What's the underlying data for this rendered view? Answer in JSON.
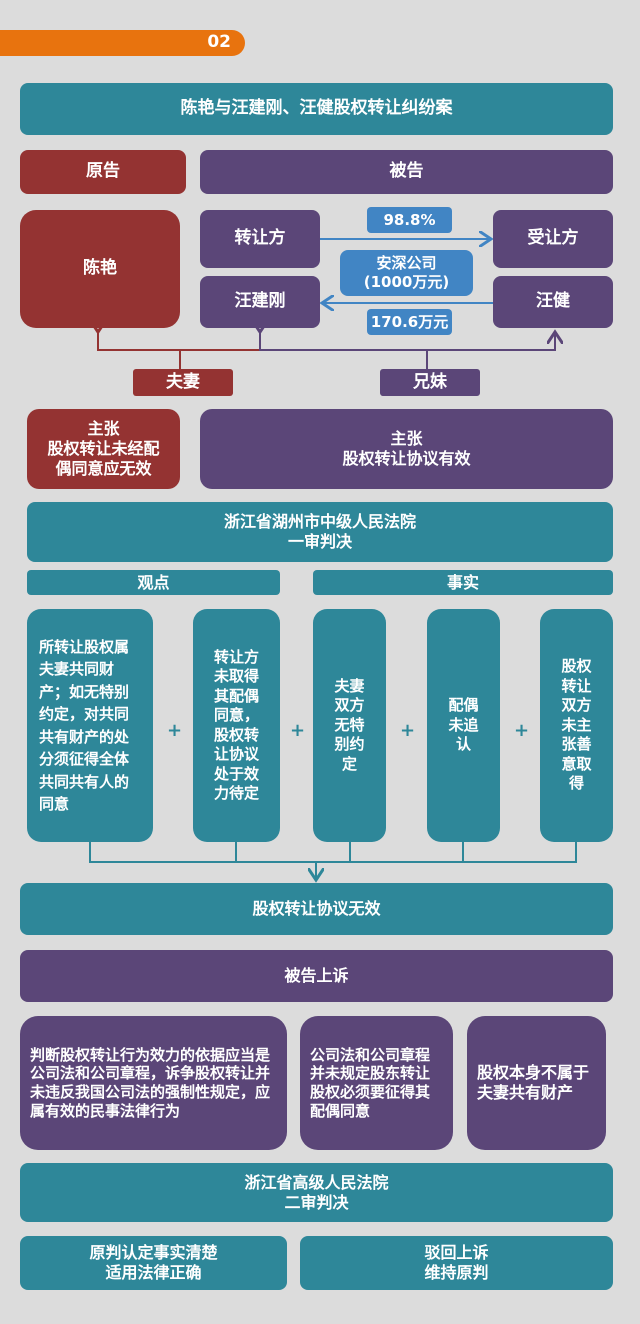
{
  "section_number": "02",
  "title": "陈艳与汪建刚、汪健股权转让纠纷案",
  "plaintiff_header": "原告",
  "defendant_header": "被告",
  "plaintiff": "陈艳",
  "transferor_role": "转让方",
  "transferor_name": "汪建刚",
  "transferee_role": "受让方",
  "transferee_name": "汪健",
  "share_percent": "98.8%",
  "company": "安深公司\n(1000万元)",
  "price": "170.6万元",
  "relation_couple": "夫妻",
  "relation_siblings": "兄妹",
  "plaintiff_claim": "主张\n股权转让未经配\n偶同意应无效",
  "defendant_claim": "主张\n股权转让协议有效",
  "first_court": "浙江省湖州市中级人民法院\n一审判决",
  "viewpoint_header": "观点",
  "fact_header": "事实",
  "viewpoints": [
    "所转让股权属夫妻共同财产；如无特别约定，对共同共有财产的处分须征得全体共同共有人的同意",
    "转让方\n未取得\n其配偶\n同意，\n股权转\n让协议\n处于效\n力待定"
  ],
  "facts": [
    "夫妻\n双方\n无特\n别约\n定",
    "配偶\n未追\n认",
    "股权\n转让\n双方\n未主\n张善\n意取\n得"
  ],
  "plus": "+",
  "first_result": "股权转让协议无效",
  "appeal_header": "被告上诉",
  "appeal_points": [
    "判断股权转让行为效力的依据应当是公司法和公司章程，诉争股权转让并未违反我国公司法的强制性规定，应属有效的民事法律行为",
    "公司法和公司章程并未规定股东转让股权必须要征得其配偶同意",
    "股权本身不属于夫妻共有财产"
  ],
  "second_court": "浙江省高级人民法院\n二审判决",
  "second_results": [
    "原判认定事实清楚\n适用法律正确",
    "驳回上诉\n维持原判"
  ],
  "colors": {
    "teal": "#2e8799",
    "red": "#943332",
    "purple": "#5b4678",
    "blue": "#4185c4",
    "orange": "#e8730e",
    "background": "#dcdcdc"
  }
}
